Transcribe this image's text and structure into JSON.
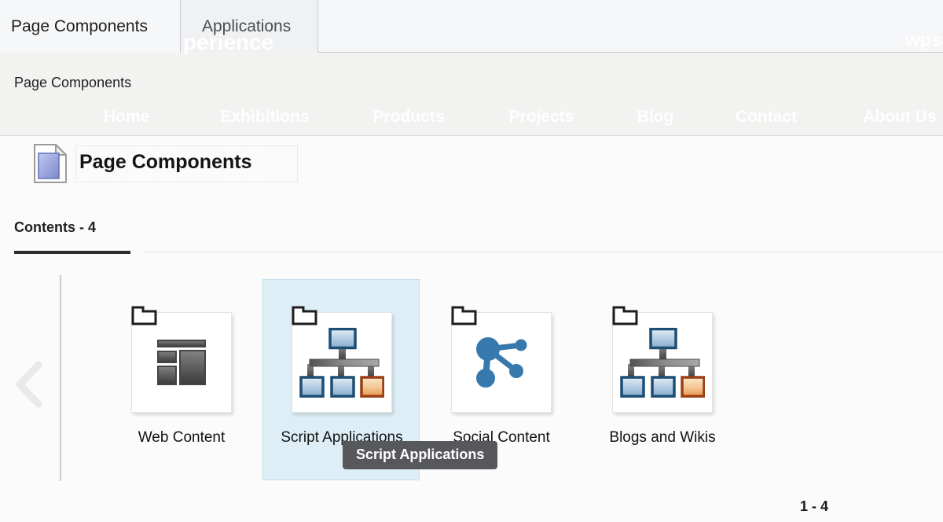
{
  "tabs": [
    {
      "label": "Page Components",
      "active": true
    },
    {
      "label": "Applications",
      "active": false
    }
  ],
  "ghost_background": {
    "tab_overlay_text": "perience",
    "user_text": "wpsa",
    "nav_items": [
      "Home",
      "Exhibitions",
      "Products",
      "Projects",
      "Blog",
      "Contact",
      "About Us"
    ]
  },
  "breadcrumb": {
    "label": "Page Components"
  },
  "page": {
    "title": "Page Components"
  },
  "contents_tab": {
    "label": "Contents - 4"
  },
  "tiles": [
    {
      "label": "Web Content",
      "icon": "web-content-icon",
      "selected": false
    },
    {
      "label": "Script Applications",
      "icon": "sitemap-icon",
      "selected": true
    },
    {
      "label": "Social Content",
      "icon": "social-icon",
      "selected": false
    },
    {
      "label": "Blogs and Wikis",
      "icon": "sitemap-icon",
      "selected": false
    }
  ],
  "tooltip": {
    "text": "Script Applications"
  },
  "pager": {
    "range": "1 - 4"
  },
  "colors": {
    "selection_bg": "#ddeef6",
    "selection_border": "#c3ddeb",
    "tooltip_bg": "#57585c",
    "accent_blue": "#3879ad",
    "node_blue_border": "#1d4d73",
    "node_orange_border": "#9c3f16",
    "underline_dark": "#2c2c2c",
    "band_bg": "#f2f3f1",
    "tabbar_bg": "#f5f6f8"
  }
}
